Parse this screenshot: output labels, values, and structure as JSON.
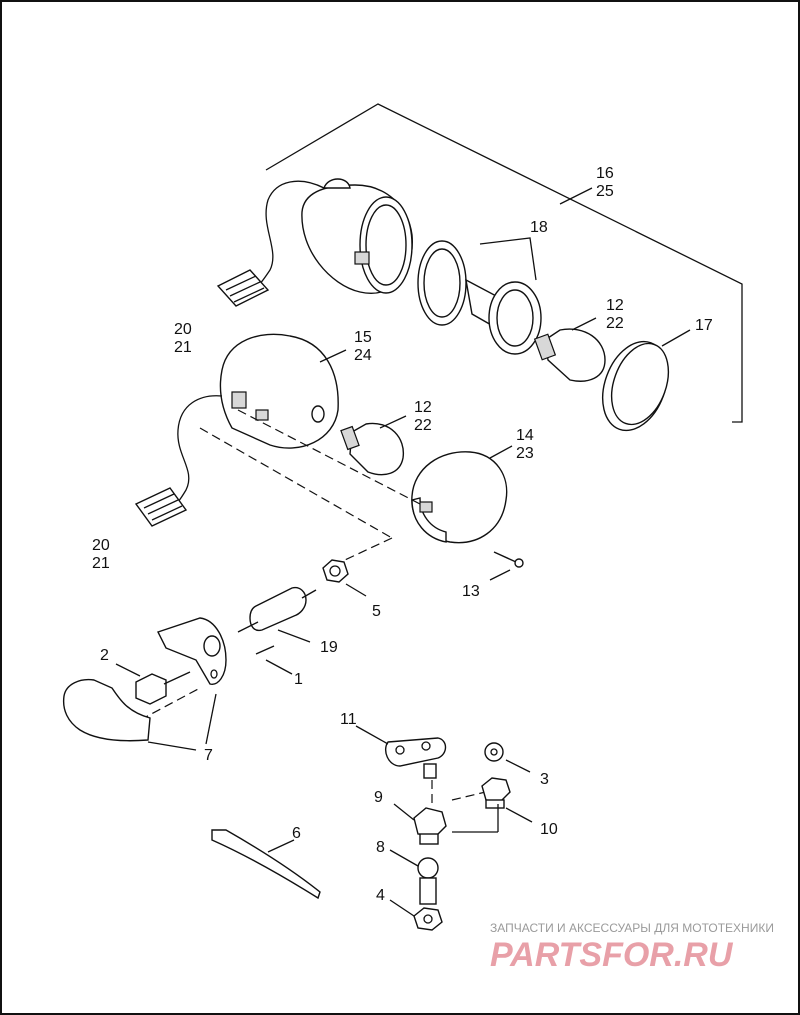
{
  "callouts": {
    "c16_25": [
      "16",
      "25"
    ],
    "c18": "18",
    "c12_22_top": [
      "12",
      "22"
    ],
    "c17": "17",
    "c20_21_top": [
      "20",
      "21"
    ],
    "c15_24": [
      "15",
      "24"
    ],
    "c12_22_mid": [
      "12",
      "22"
    ],
    "c14_23": [
      "14",
      "23"
    ],
    "c20_21_bottom": [
      "20",
      "21"
    ],
    "c13": "13",
    "c5": "5",
    "c19": "19",
    "c2": "2",
    "c1": "1",
    "c7": "7",
    "c11": "11",
    "c3": "3",
    "c9": "9",
    "c10": "10",
    "c6": "6",
    "c8": "8",
    "c4": "4"
  },
  "watermark": {
    "tagline": "ЗАПЧАСТИ И АКСЕССУАРЫ ДЛЯ МОТОТЕХНИКИ",
    "logo": "PARTSFOR.RU"
  }
}
